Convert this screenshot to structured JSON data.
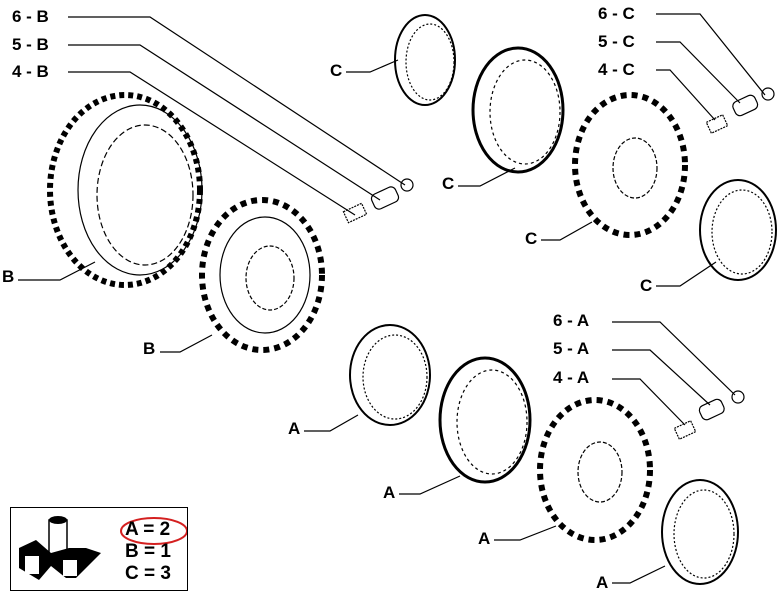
{
  "callouts": {
    "b6": "6 - B",
    "b5": "5 - B",
    "b4": "4 - B",
    "c6": "6 - C",
    "c5": "5 - C",
    "c4": "4 - C",
    "a6": "6 - A",
    "a5": "5 - A",
    "a4": "4 - A",
    "B": "B",
    "C": "C",
    "A": "A"
  },
  "legend": {
    "rows": [
      "A = 2",
      "B = 1",
      "C = 3"
    ],
    "highlighted": "A = 2",
    "highlight_color": "#d42020"
  }
}
